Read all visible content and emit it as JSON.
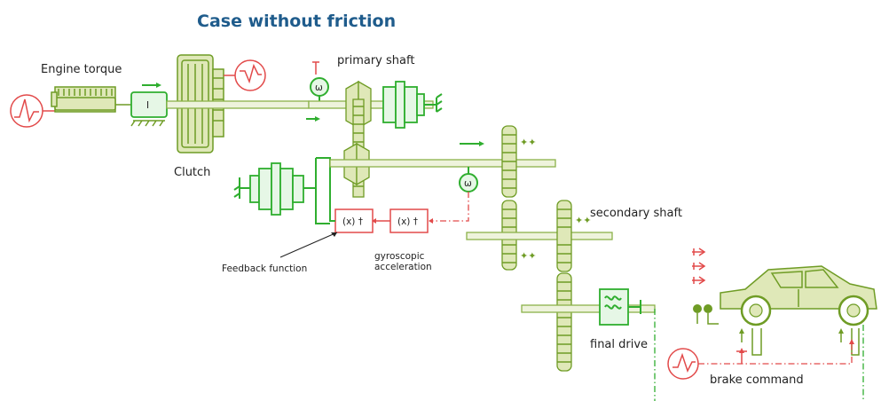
{
  "title": {
    "text": "Case without friction",
    "color": "#1f5c8c"
  },
  "labels": {
    "engine_torque": "Engine torque",
    "primary_shaft": "primary shaft",
    "clutch": "Clutch",
    "secondary_shaft": "secondary shaft",
    "feedback_function": "Feedback function",
    "gyro_line1": "gyroscopic",
    "gyro_line2": "acceleration",
    "final_drive": "final drive",
    "brake_command": "brake command"
  },
  "blocks": {
    "feedback_block": "(x) †",
    "gyro_block": "(x) †",
    "inertia": "I",
    "sensor_primary": "ω",
    "sensor_secondary": "ω"
  },
  "colors": {
    "mechanical": "#6f9c25",
    "rotary_component": "#2fae2f",
    "signal": "#e24a4a",
    "title": "#1f5c8c"
  },
  "icons": [
    "signal-source-icon",
    "inertia-icon",
    "clutch-icon",
    "speed-sensor-icon",
    "gear-icon",
    "synchronizer-icon",
    "car-icon",
    "wheel-icon",
    "brake-icon",
    "spring-icon"
  ]
}
